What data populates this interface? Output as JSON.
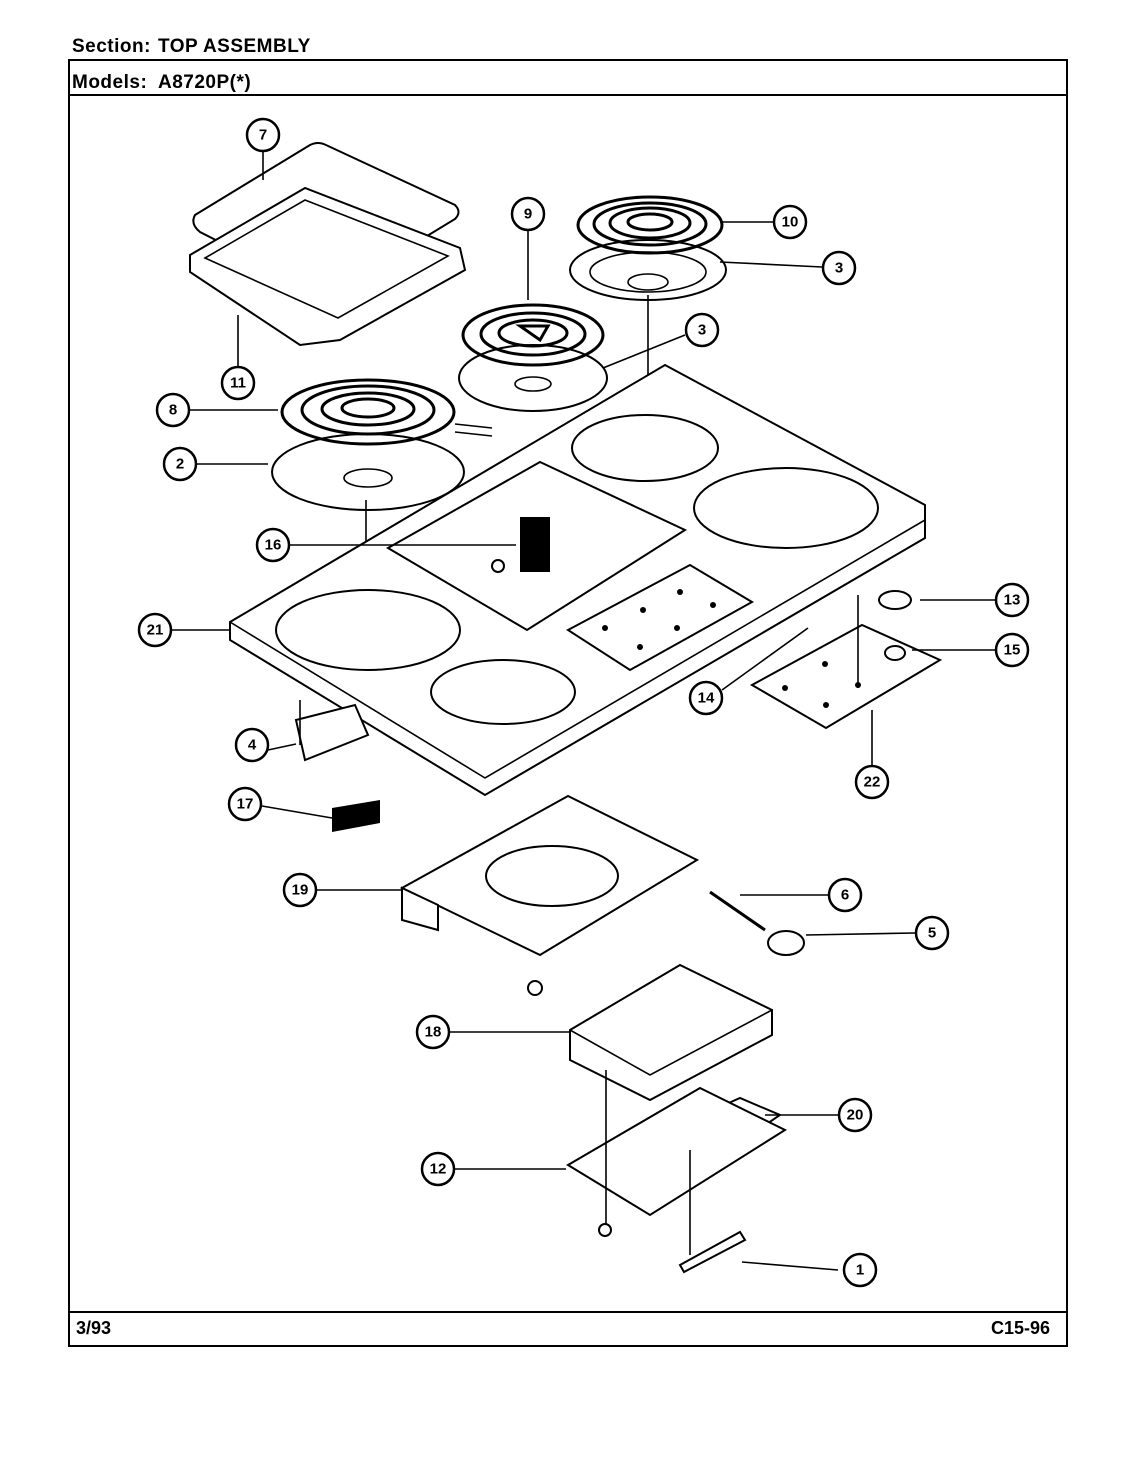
{
  "header": {
    "section_label": "Section:",
    "section_value": "TOP ASSEMBLY",
    "models_label": "Models:",
    "models_value": "A8720P(*)"
  },
  "footer": {
    "date": "3/93",
    "code": "C15-96"
  },
  "callouts": [
    "1",
    "2",
    "3",
    "3",
    "4",
    "5",
    "6",
    "7",
    "8",
    "9",
    "10",
    "11",
    "12",
    "13",
    "14",
    "15",
    "16",
    "17",
    "18",
    "19",
    "20",
    "21",
    "22"
  ]
}
